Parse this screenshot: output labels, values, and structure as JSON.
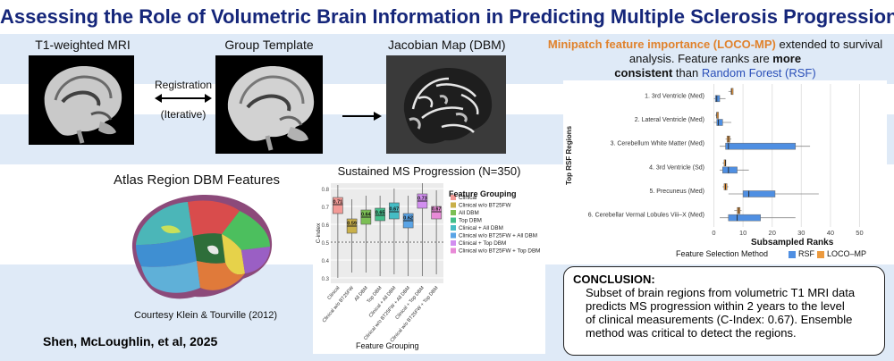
{
  "title": "Assessing the Role of Volumetric Brain Information in Predicting Multiple Sclerosis Progression",
  "images": {
    "t1": "T1-weighted MRI",
    "template": "Group Template",
    "jacobian": "Jacobian Map (DBM)",
    "registration": "Registration",
    "iterative": "(Iterative)"
  },
  "atlas": {
    "title": "Atlas Region DBM Features",
    "credit": "Courtesy Klein & Tourville (2012)"
  },
  "authors": "Shen, McLoughlin, et al, 2025",
  "minipatch": {
    "highlight": "Minipatch feature importance (LOCO-MP)",
    "rest1": " extended to survival",
    "line2": "analysis. Feature ranks are ",
    "more": "more",
    "consistent": "consistent",
    "than": " than ",
    "rsf": "Random Forest (RSF)"
  },
  "chart_data": [
    {
      "type": "box",
      "title": "Sustained MS Progression (N=350)",
      "ylabel": "C-index",
      "xlabel": "Feature Grouping",
      "ylim": [
        0.27,
        0.83
      ],
      "yticks": [
        "0.3",
        "0.4",
        "0.5",
        "0.6",
        "0.7",
        "0.8"
      ],
      "baseline": 0.5,
      "legend_title": "Feature Grouping",
      "categories": [
        "Clinical",
        "Clinical w/o BT25FW",
        "All DBM",
        "Top DBM",
        "Clinical + All DBM",
        "Clinical w/o BT25FW + All DBM",
        "Clinical + Top DBM",
        "Clinical w/o BT25FW + Top DBM"
      ],
      "medians": [
        0.71,
        0.59,
        0.64,
        0.65,
        0.67,
        0.62,
        0.73,
        0.67
      ],
      "median_labels": [
        "0.71",
        "0.59",
        "0.64",
        "0.65",
        "0.67",
        "0.62",
        "0.73",
        "0.67"
      ],
      "q1": [
        0.66,
        0.55,
        0.6,
        0.62,
        0.63,
        0.58,
        0.69,
        0.63
      ],
      "q3": [
        0.75,
        0.63,
        0.68,
        0.69,
        0.72,
        0.66,
        0.77,
        0.7
      ],
      "lower": [
        0.3,
        0.33,
        0.33,
        0.31,
        0.32,
        0.31,
        0.31,
        0.32
      ],
      "upper": [
        0.82,
        0.74,
        0.76,
        0.76,
        0.8,
        0.76,
        0.83,
        0.79
      ],
      "colors": [
        "#f39a96",
        "#c9b04a",
        "#7cbf55",
        "#42be8a",
        "#45bcc4",
        "#5aa4e6",
        "#d28ef0",
        "#e88ad7"
      ]
    },
    {
      "type": "box",
      "orientation": "horizontal",
      "ylabel": "Top RSF Regions",
      "xlabel": "Subsampled Ranks",
      "xlim": [
        -2,
        52
      ],
      "xticks": [
        0,
        10,
        20,
        30,
        40,
        50
      ],
      "legend_label": "Feature Selection Method",
      "series": [
        {
          "name": "RSF",
          "color": "#4f8fe2"
        },
        {
          "name": "LOCO–MP",
          "color": "#ec9a3e"
        }
      ],
      "categories": [
        "1. 3rd Ventricle (Med)",
        "2. Lateral Ventricle (Med)",
        "3. Cerebellum White Matter (Med)",
        "4. 3rd Ventricle (Sd)",
        "5. Precuneus (Med)",
        "6. Cerebellar Vermal Lobules Viii–X (Med)"
      ],
      "rsf": [
        {
          "lo": 0,
          "q1": 0.5,
          "med": 1,
          "q3": 2,
          "hi": 4
        },
        {
          "lo": 0,
          "q1": 1,
          "med": 1.5,
          "q3": 3,
          "hi": 6
        },
        {
          "lo": 2,
          "q1": 4,
          "med": 5,
          "q3": 28,
          "hi": 33
        },
        {
          "lo": 2,
          "q1": 3,
          "med": 5,
          "q3": 8,
          "hi": 12
        },
        {
          "lo": 5,
          "q1": 10,
          "med": 12,
          "q3": 21,
          "hi": 36
        },
        {
          "lo": 2,
          "q1": 5,
          "med": 8,
          "q3": 16,
          "hi": 28
        }
      ],
      "loco": [
        {
          "lo": 5,
          "q1": 6,
          "med": 6,
          "q3": 6,
          "hi": 6
        },
        {
          "lo": 0.5,
          "q1": 1,
          "med": 1,
          "q3": 1,
          "hi": 1
        },
        {
          "lo": 4,
          "q1": 4.5,
          "med": 5,
          "q3": 5.5,
          "hi": 6
        },
        {
          "lo": 3,
          "q1": 3.5,
          "med": 4,
          "q3": 4,
          "hi": 4
        },
        {
          "lo": 3,
          "q1": 3.5,
          "med": 4,
          "q3": 4.5,
          "hi": 5
        },
        {
          "lo": 7,
          "q1": 8,
          "med": 8.5,
          "q3": 9,
          "hi": 9.5
        }
      ]
    }
  ],
  "conclusion": {
    "heading": "CONCLUSION:",
    "lines": [
      "Subset of brain regions from volumetric T1 MRI data",
      "predicts MS progression within 2 years to the level",
      "of clinical measurements (C-Index: 0.67). Ensemble",
      "method was critical to detect the regions."
    ]
  }
}
